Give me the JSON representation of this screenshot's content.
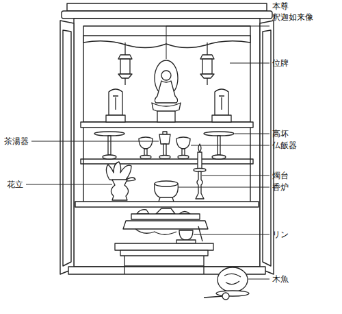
{
  "diagram": {
    "labels": [
      "本尊",
      "釈迦如来像",
      "位牌",
      "茶湯器",
      "高坏",
      "仏飯器",
      "燭台",
      "花立",
      "香炉",
      "リン",
      "木魚"
    ]
  }
}
